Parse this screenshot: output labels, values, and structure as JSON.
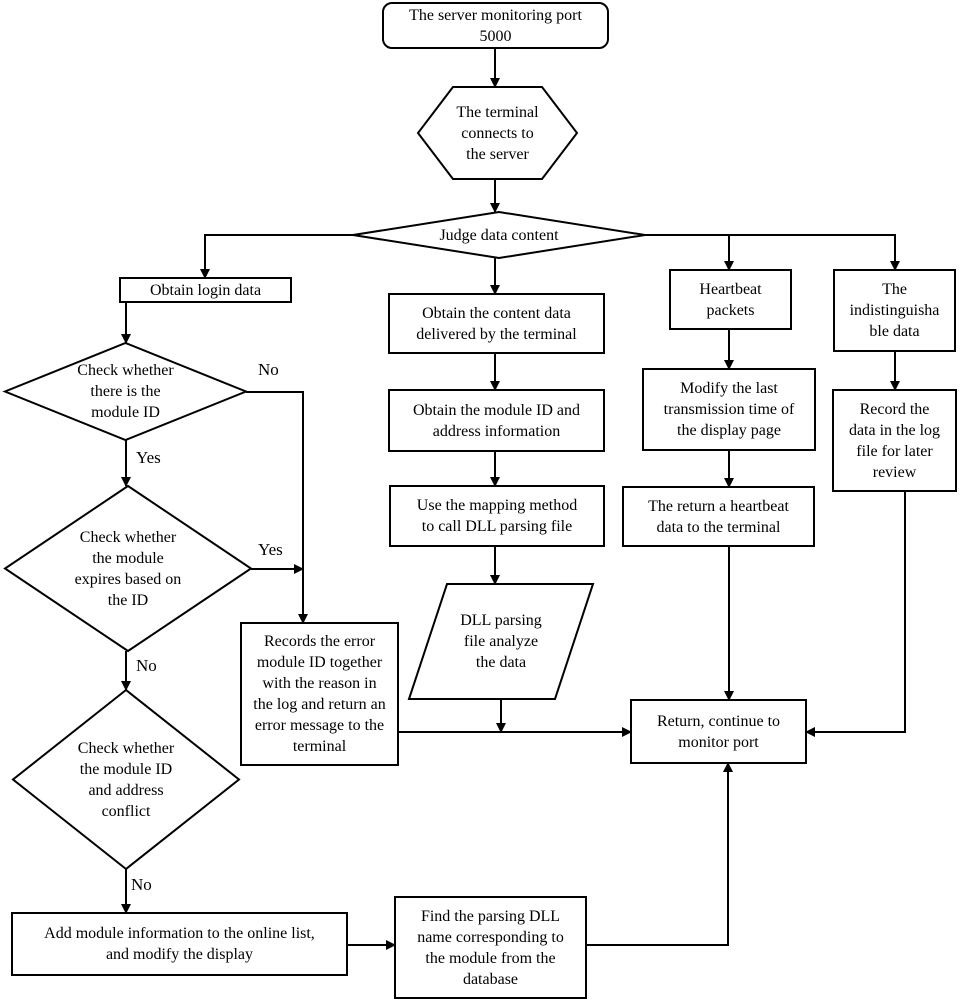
{
  "diagram": {
    "nodes": [
      {
        "id": "start",
        "shape": "rounded",
        "text": "The server monitoring port\n5000"
      },
      {
        "id": "connect",
        "shape": "hexagon",
        "text": "The terminal\nconnects to\nthe server"
      },
      {
        "id": "judge",
        "shape": "diamond",
        "text": "Judge data content"
      },
      {
        "id": "login",
        "shape": "rect",
        "text": "Obtain login data"
      },
      {
        "id": "content",
        "shape": "rect",
        "text": "Obtain the content data\ndelivered by the terminal"
      },
      {
        "id": "heartbeat",
        "shape": "rect",
        "text": "Heartbeat\npackets"
      },
      {
        "id": "indist",
        "shape": "rect",
        "text": "The\nindistinguisha\nble data"
      },
      {
        "id": "check_id",
        "shape": "diamond",
        "text": "Check whether\nthere is the\nmodule ID"
      },
      {
        "id": "module_addr",
        "shape": "rect",
        "text": "Obtain the module ID and\naddress information"
      },
      {
        "id": "modify_last",
        "shape": "rect",
        "text": "Modify the last\ntransmission time of\nthe display page"
      },
      {
        "id": "record_log",
        "shape": "rect",
        "text": "Record the\ndata in the log\nfile for later\nreview"
      },
      {
        "id": "mapping",
        "shape": "rect",
        "text": "Use the mapping method\nto call DLL parsing file"
      },
      {
        "id": "return_hb",
        "shape": "rect",
        "text": "The return a heartbeat\ndata to the terminal"
      },
      {
        "id": "check_expire",
        "shape": "diamond",
        "text": "Check whether\nthe module\nexpires based on\nthe ID"
      },
      {
        "id": "dll_analyze",
        "shape": "parallelogram",
        "text": "DLL parsing\nfile analyze\nthe data"
      },
      {
        "id": "records_error",
        "shape": "rect",
        "text": "Records the error\nmodule ID together\nwith the reason in\nthe log and return an\nerror message to the\nterminal"
      },
      {
        "id": "return_continue",
        "shape": "rect",
        "text": "Return, continue to\nmonitor port"
      },
      {
        "id": "check_conflict",
        "shape": "diamond",
        "text": "Check whether\nthe module ID\nand address\nconflict"
      },
      {
        "id": "add_module",
        "shape": "rect",
        "text": "Add module information to the online list,\nand modify the display"
      },
      {
        "id": "find_dll",
        "shape": "rect",
        "text": "Find the parsing DLL\nname corresponding to\nthe module from the\ndatabase"
      }
    ],
    "edges": [
      {
        "id": "e-start-connect",
        "from": "start",
        "to": "connect",
        "label": ""
      },
      {
        "id": "e-connect-judge",
        "from": "connect",
        "to": "judge",
        "label": ""
      },
      {
        "id": "e-judge-login",
        "from": "judge",
        "to": "login",
        "label": ""
      },
      {
        "id": "e-judge-content",
        "from": "judge",
        "to": "content",
        "label": ""
      },
      {
        "id": "e-judge-heartbeat",
        "from": "judge",
        "to": "heartbeat",
        "label": ""
      },
      {
        "id": "e-judge-indist",
        "from": "judge",
        "to": "indist",
        "label": ""
      },
      {
        "id": "e-login-checkid",
        "from": "login",
        "to": "check_id",
        "label": ""
      },
      {
        "id": "e-checkid-expire",
        "from": "check_id",
        "to": "check_expire",
        "label": "Yes"
      },
      {
        "id": "e-checkid-error",
        "from": "check_id",
        "to": "records_error",
        "label": "No"
      },
      {
        "id": "e-expire-error",
        "from": "check_expire",
        "to": "records_error",
        "label": "Yes"
      },
      {
        "id": "e-expire-conflict",
        "from": "check_expire",
        "to": "check_conflict",
        "label": "No"
      },
      {
        "id": "e-conflict-add",
        "from": "check_conflict",
        "to": "add_module",
        "label": "No"
      },
      {
        "id": "e-add-find",
        "from": "add_module",
        "to": "find_dll",
        "label": ""
      },
      {
        "id": "e-find-return",
        "from": "find_dll",
        "to": "return_continue",
        "label": ""
      },
      {
        "id": "e-error-return",
        "from": "records_error",
        "to": "return_continue",
        "label": ""
      },
      {
        "id": "e-content-module",
        "from": "content",
        "to": "module_addr",
        "label": ""
      },
      {
        "id": "e-module-mapping",
        "from": "module_addr",
        "to": "mapping",
        "label": ""
      },
      {
        "id": "e-mapping-dll",
        "from": "mapping",
        "to": "dll_analyze",
        "label": ""
      },
      {
        "id": "e-dll-return",
        "from": "dll_analyze",
        "to": "return_continue",
        "label": ""
      },
      {
        "id": "e-hb-modify",
        "from": "heartbeat",
        "to": "modify_last",
        "label": ""
      },
      {
        "id": "e-modify-returnhb",
        "from": "modify_last",
        "to": "return_hb",
        "label": ""
      },
      {
        "id": "e-returnhb-return",
        "from": "return_hb",
        "to": "return_continue",
        "label": ""
      },
      {
        "id": "e-indist-record",
        "from": "indist",
        "to": "record_log",
        "label": ""
      },
      {
        "id": "e-record-return",
        "from": "record_log",
        "to": "return_continue",
        "label": ""
      }
    ]
  }
}
